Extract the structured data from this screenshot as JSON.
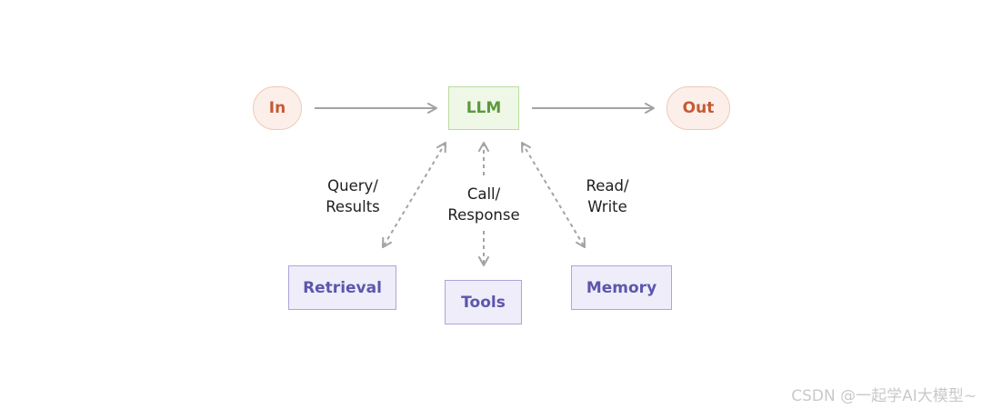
{
  "diagram": {
    "nodes": {
      "input": "In",
      "llm": "LLM",
      "output": "Out",
      "retrieval": "Retrieval",
      "tools": "Tools",
      "memory": "Memory"
    },
    "edge_labels": {
      "retrieval": [
        "Query/",
        "Results"
      ],
      "tools": [
        "Call/",
        "Response"
      ],
      "memory": [
        "Read/",
        "Write"
      ]
    },
    "colors": {
      "io_fill": "#fcefe9",
      "io_text": "#c55a35",
      "llm_fill": "#eff7e7",
      "llm_text": "#5b9a3a",
      "component_fill": "#eeedf9",
      "component_text": "#5d56ad",
      "arrow": "#a3a3a3"
    }
  },
  "watermark": "CSDN @一起学AI大模型~"
}
